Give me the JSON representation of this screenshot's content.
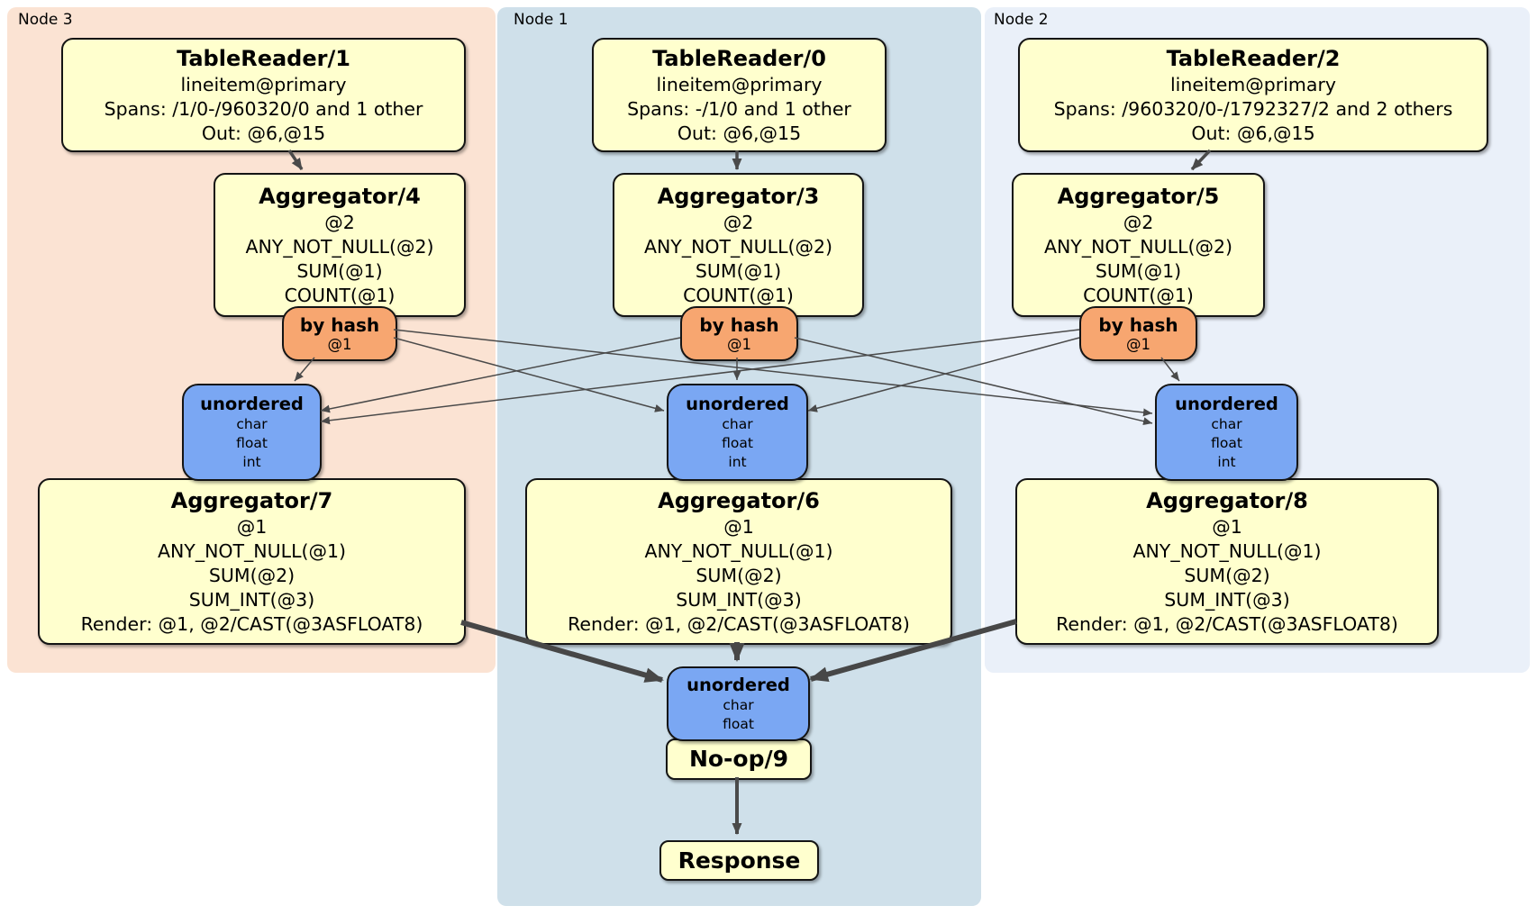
{
  "panels": {
    "node3": {
      "label": "Node 3",
      "color": "#FBE3D3"
    },
    "node1": {
      "label": "Node 1",
      "color": "#CFE0EA"
    },
    "node2": {
      "label": "Node 2",
      "color": "#EAF0F9"
    }
  },
  "palette": {
    "processor_fill": "#FFFFCE",
    "router_fill": "#F7A670",
    "sync_fill": "#7AA7F3",
    "edge_color": "#4A4A4A",
    "border_color": "#141414"
  },
  "processors": {
    "tr1": {
      "title": "TableReader/1",
      "lines": [
        "lineitem@primary",
        "Spans: /1/0-/960320/0 and 1 other",
        "Out: @6,@15"
      ]
    },
    "tr0": {
      "title": "TableReader/0",
      "lines": [
        "lineitem@primary",
        "Spans: -/1/0 and 1 other",
        "Out: @6,@15"
      ]
    },
    "tr2": {
      "title": "TableReader/2",
      "lines": [
        "lineitem@primary",
        "Spans: /960320/0-/1792327/2 and 2 others",
        "Out: @6,@15"
      ]
    },
    "agg4": {
      "title": "Aggregator/4",
      "lines": [
        "@2",
        "ANY_NOT_NULL(@2)",
        "SUM(@1)",
        "COUNT(@1)"
      ]
    },
    "agg3": {
      "title": "Aggregator/3",
      "lines": [
        "@2",
        "ANY_NOT_NULL(@2)",
        "SUM(@1)",
        "COUNT(@1)"
      ]
    },
    "agg5": {
      "title": "Aggregator/5",
      "lines": [
        "@2",
        "ANY_NOT_NULL(@2)",
        "SUM(@1)",
        "COUNT(@1)"
      ]
    },
    "agg7": {
      "title": "Aggregator/7",
      "lines": [
        "@1",
        "ANY_NOT_NULL(@1)",
        "SUM(@2)",
        "SUM_INT(@3)",
        "Render: @1, @2/CAST(@3ASFLOAT8)"
      ]
    },
    "agg6": {
      "title": "Aggregator/6",
      "lines": [
        "@1",
        "ANY_NOT_NULL(@1)",
        "SUM(@2)",
        "SUM_INT(@3)",
        "Render: @1, @2/CAST(@3ASFLOAT8)"
      ]
    },
    "agg8": {
      "title": "Aggregator/8",
      "lines": [
        "@1",
        "ANY_NOT_NULL(@1)",
        "SUM(@2)",
        "SUM_INT(@3)",
        "Render: @1, @2/CAST(@3ASFLOAT8)"
      ]
    },
    "noop": {
      "title": "No-op/9"
    },
    "response": {
      "title": "Response"
    }
  },
  "routers": {
    "r3": {
      "title": "by hash",
      "detail": "@1"
    },
    "r1": {
      "title": "by hash",
      "detail": "@1"
    },
    "r2": {
      "title": "by hash",
      "detail": "@1"
    }
  },
  "syncs": {
    "u3": {
      "title": "unordered",
      "lines": [
        "char",
        "float",
        "int"
      ]
    },
    "u1": {
      "title": "unordered",
      "lines": [
        "char",
        "float",
        "int"
      ]
    },
    "u2": {
      "title": "unordered",
      "lines": [
        "char",
        "float",
        "int"
      ]
    },
    "uf": {
      "title": "unordered",
      "lines": [
        "char",
        "float"
      ]
    }
  }
}
